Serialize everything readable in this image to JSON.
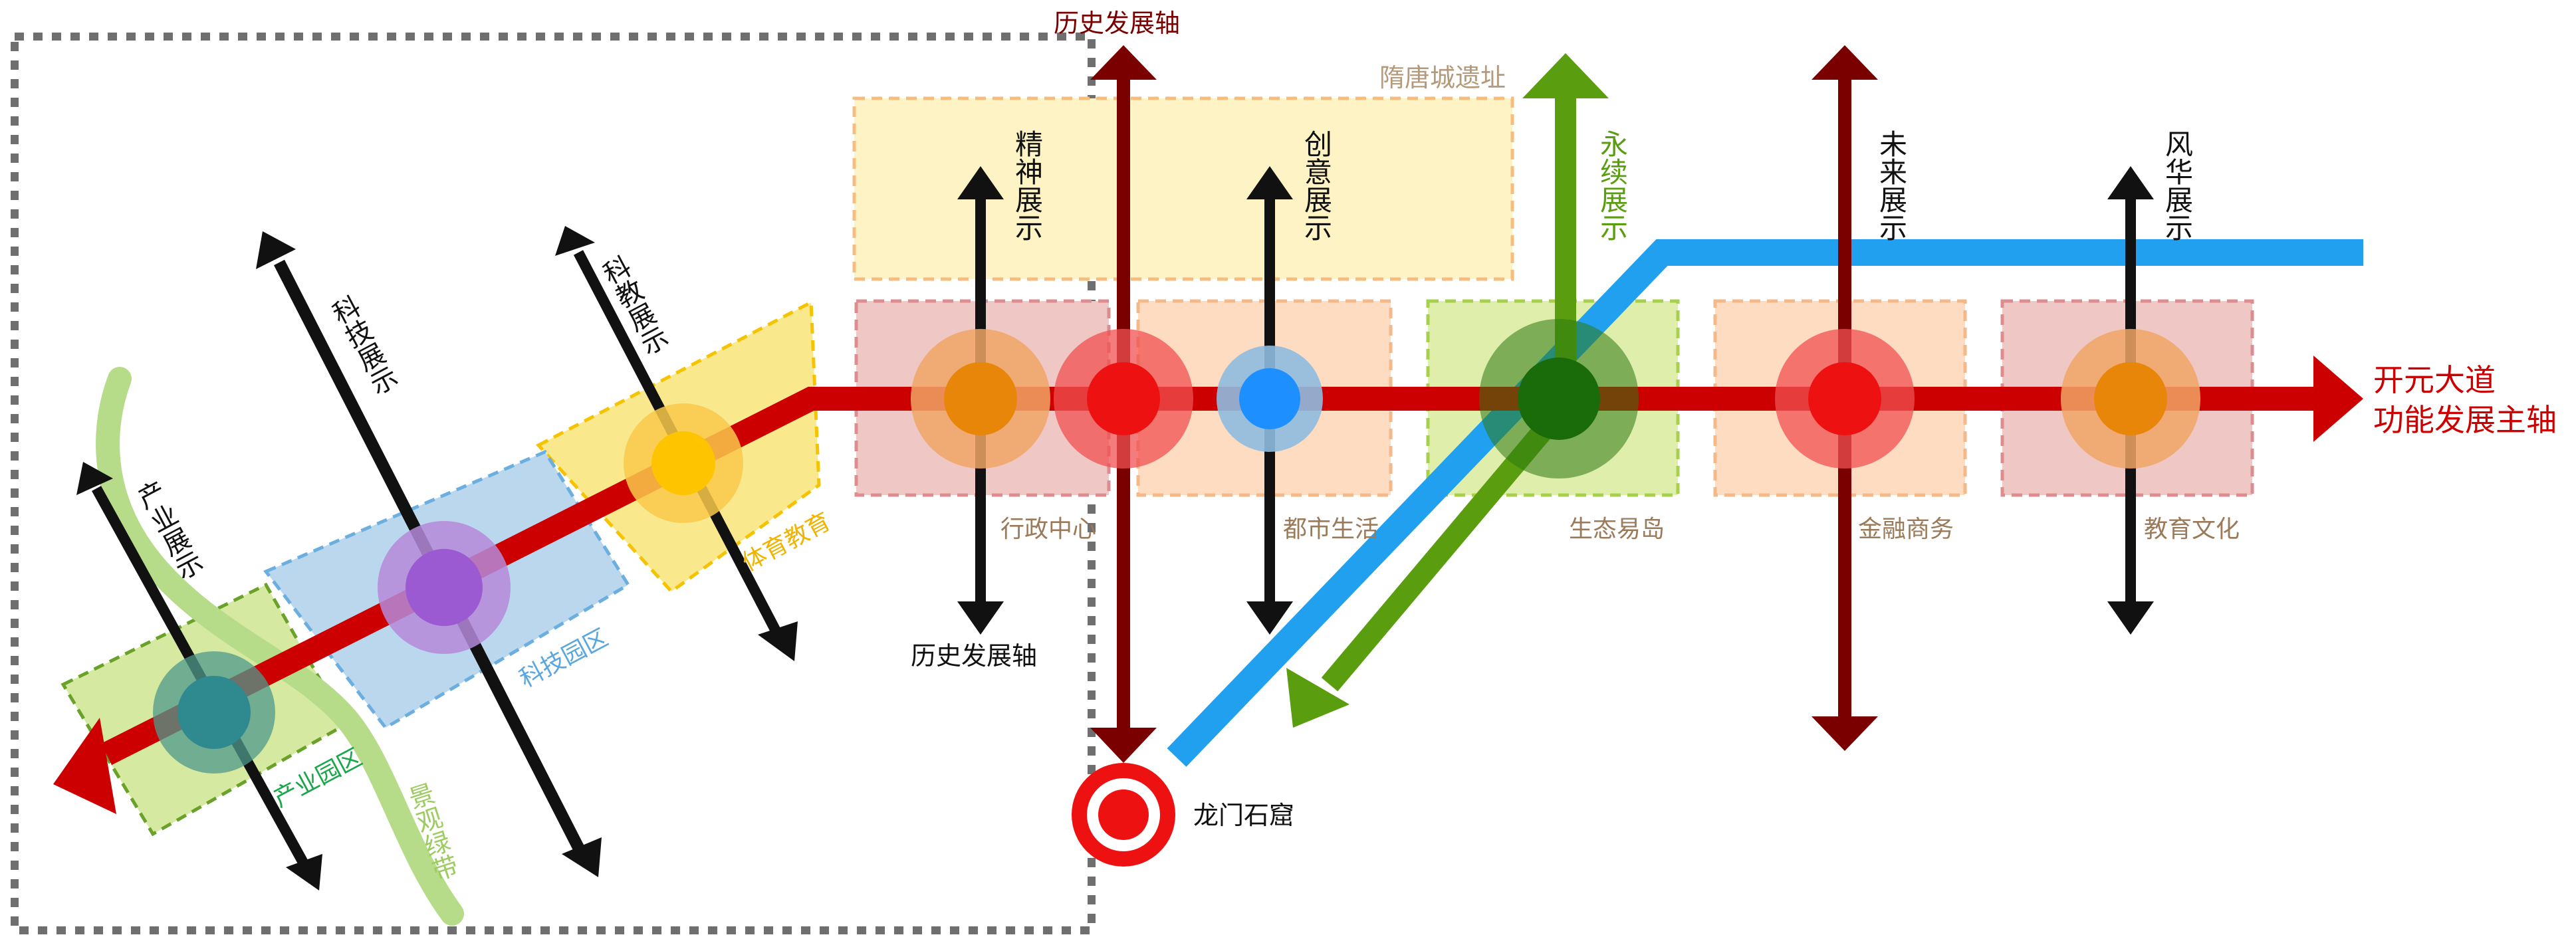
{
  "colors": {
    "main_axis": "#cc0000",
    "history_axis": "#7a0000",
    "green_axis": "#5a9e0f",
    "blue_band": "#22a0f0",
    "black_axis": "#111111",
    "frame": "#6f6f6f"
  },
  "labels": {
    "history_axis_top": "历史发展轴",
    "history_axis_mid": "历史发展轴",
    "sui_tang": "隋唐城遗址",
    "main_axis_line1": "开元大道",
    "main_axis_line2": "功能发展主轴",
    "longmen": "龙门石窟",
    "scenic_belt": "景观绿带"
  },
  "zones": {
    "industry_park": "产业园区",
    "tech_park": "科技园区",
    "sports_edu": "体育教育",
    "admin": "行政中心",
    "urban": "都市生活",
    "eco": "生态易岛",
    "finance": "金融商务",
    "culture": "教育文化"
  },
  "axes": {
    "industry": "产业展示",
    "tech": "科技展示",
    "science_edu": "科教展示",
    "spirit": "精神展示",
    "creative": "创意展示",
    "sustain": "永续展示",
    "future": "未来展示",
    "style": "风华展示"
  }
}
